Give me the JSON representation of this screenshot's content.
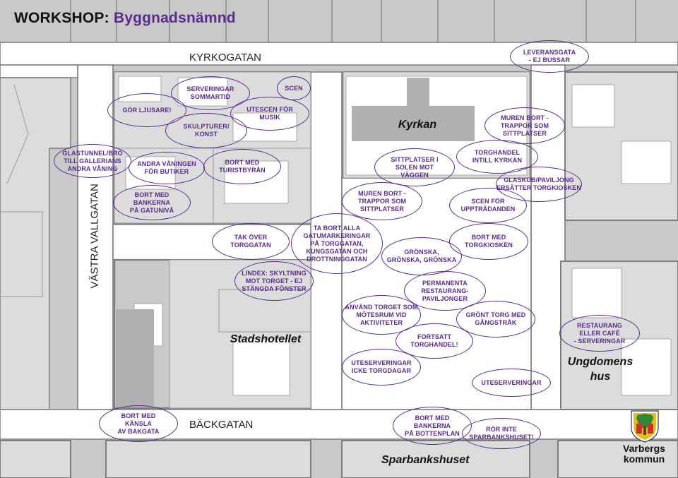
{
  "title": {
    "prefix": "WORKSHOP:",
    "name": "Byggnadsnämnd"
  },
  "streets": {
    "kyrkogatan": "KYRKOGATAN",
    "backgatan": "BÄCKGATAN",
    "vastra_vallgatan": "VÄSTRA VALLGATAN"
  },
  "buildings": {
    "kyrkan": "Kyrkan",
    "stadshotellet": "Stadshotellet",
    "ungdomens_hus": "Ungdomens\nhus",
    "sparbankshuset": "Sparbankshuset"
  },
  "notes": {
    "leveransgata": "LEVERANSGATA\n- EJ BUSSAR",
    "serveringar_sommartid": "SERVERINGAR\nSOMMARTID",
    "scen": "SCEN",
    "gor_ljusare": "GÖR LJUSARE!",
    "utescen": "UTESCEN FÖR\nMUSIK",
    "skulpturer": "SKULPTURER/\nKONST",
    "muren_bort_1": "MUREN BORT -\nTRAPPOR SOM\nSITTPLATSER",
    "glastunnel": "GLASTUNNEL/BRO\nTILL GALLERIANS\nANDRA VÅNING",
    "andra_vaningen": "ANDRA VÅNINGEN\nFÖR BUTIKER",
    "bort_turistbyran": "BORT MED\nTURISTBYRÅN",
    "sittplatser_solen": "SITTPLATSER I\nSOLEN MOT\nVÄGGEN",
    "torghandel_intill": "TORGHANDEL\nINTILL KYRKAN",
    "glaskub": "GLASKUB/PAVILJONG\nERSÄTTER TORGKIOSKEN",
    "bort_bankerna_gatuniva": "BORT MED\nBANKERNA\nPÅ GATUNIVÅ",
    "muren_bort_2": "MUREN BORT -\nTRAPPOR SOM\nSITTPLATSER",
    "scen_uppträdanden": "SCEN FÖR\nUPPTRÄDANDEN",
    "tak_over": "TAK ÖVER\nTORGGATAN",
    "ta_bort_markeringar": "TA BORT ALLA\nGATUMARKERINGAR\nPÅ TORGGATAN,\nKUNGSGATAN OCH\nDROTTNINGGATAN",
    "bort_torgkiosken": "BORT MED\nTORGKIOSKEN",
    "gronska": "GRÖNSKA,\nGRÖNSKA, GRÖNSKA",
    "lindex": "LINDEX: SKYLTNING\nMOT TORGET - EJ\nSTÄNGDA FÖNSTER",
    "permanenta": "PERMANENTA\nRESTAURANG-\nPAVILJONGER",
    "anvand_torget": "ANVÄND TORGET SOM\nMÖTESRUM VID\nAKTIVITETER",
    "gront_torg": "GRÖNT TORG MED\nGÅNGSTRÅK",
    "restaurang_cafe": "RESTAURANG\nELLER CAFÉ\n- SERVERINGAR",
    "fortsatt_torghandel": "FORTSATT\nTORGHANDEL!",
    "uteserveringar_icke": "UTESERVERINGAR\nICKE TORGDAGAR",
    "uteserveringar": "UTESERVERINGAR",
    "bort_kansla": "BORT MED\nKÄNSLA\nAV BAKGATA",
    "bort_bankerna_bottenplan": "BORT MED\nBANKERNA\nPÅ BOTTENPLAN",
    "ror_inte": "RÖR INTE\nSPARBANKSHUSET!"
  },
  "logo": {
    "text": "Varbergs\nkommun"
  },
  "colors": {
    "street": "#ffffff",
    "block": "#c9c9c9",
    "block_outline": "#7d7d7d",
    "building": "#dcdcdc",
    "building_dark": "#b0b0b0",
    "note": "#5b2b8c",
    "title_accent": "#5b2b8c"
  }
}
